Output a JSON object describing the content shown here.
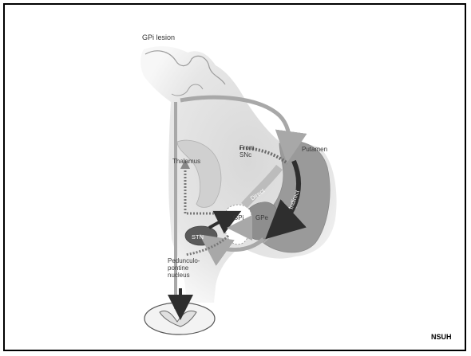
{
  "slide": {
    "title": "GPi lesion",
    "footer": "NSUH"
  },
  "labels": {
    "putamen": "Putamen",
    "from_snc": "From\nSNc",
    "thalamus": "Thalamus",
    "direct": "Direct",
    "indirect": "Indirect",
    "gpi": "GPi",
    "gpe": "GPe",
    "stn": "STN",
    "ppn": "Pedunculo-\npontine\nnucleus"
  },
  "colors": {
    "frame": "#000000",
    "brain_shade": "#e2e2e2",
    "putamen_fill": "#9a9a9a",
    "pathway_gray": "#a8a8a8",
    "arrow_dark": "#2e2e2e",
    "gpi_lesion": "#ffffff",
    "stn_fill": "#5a5a5a",
    "thalamus_fill": "#d0d0d0"
  }
}
